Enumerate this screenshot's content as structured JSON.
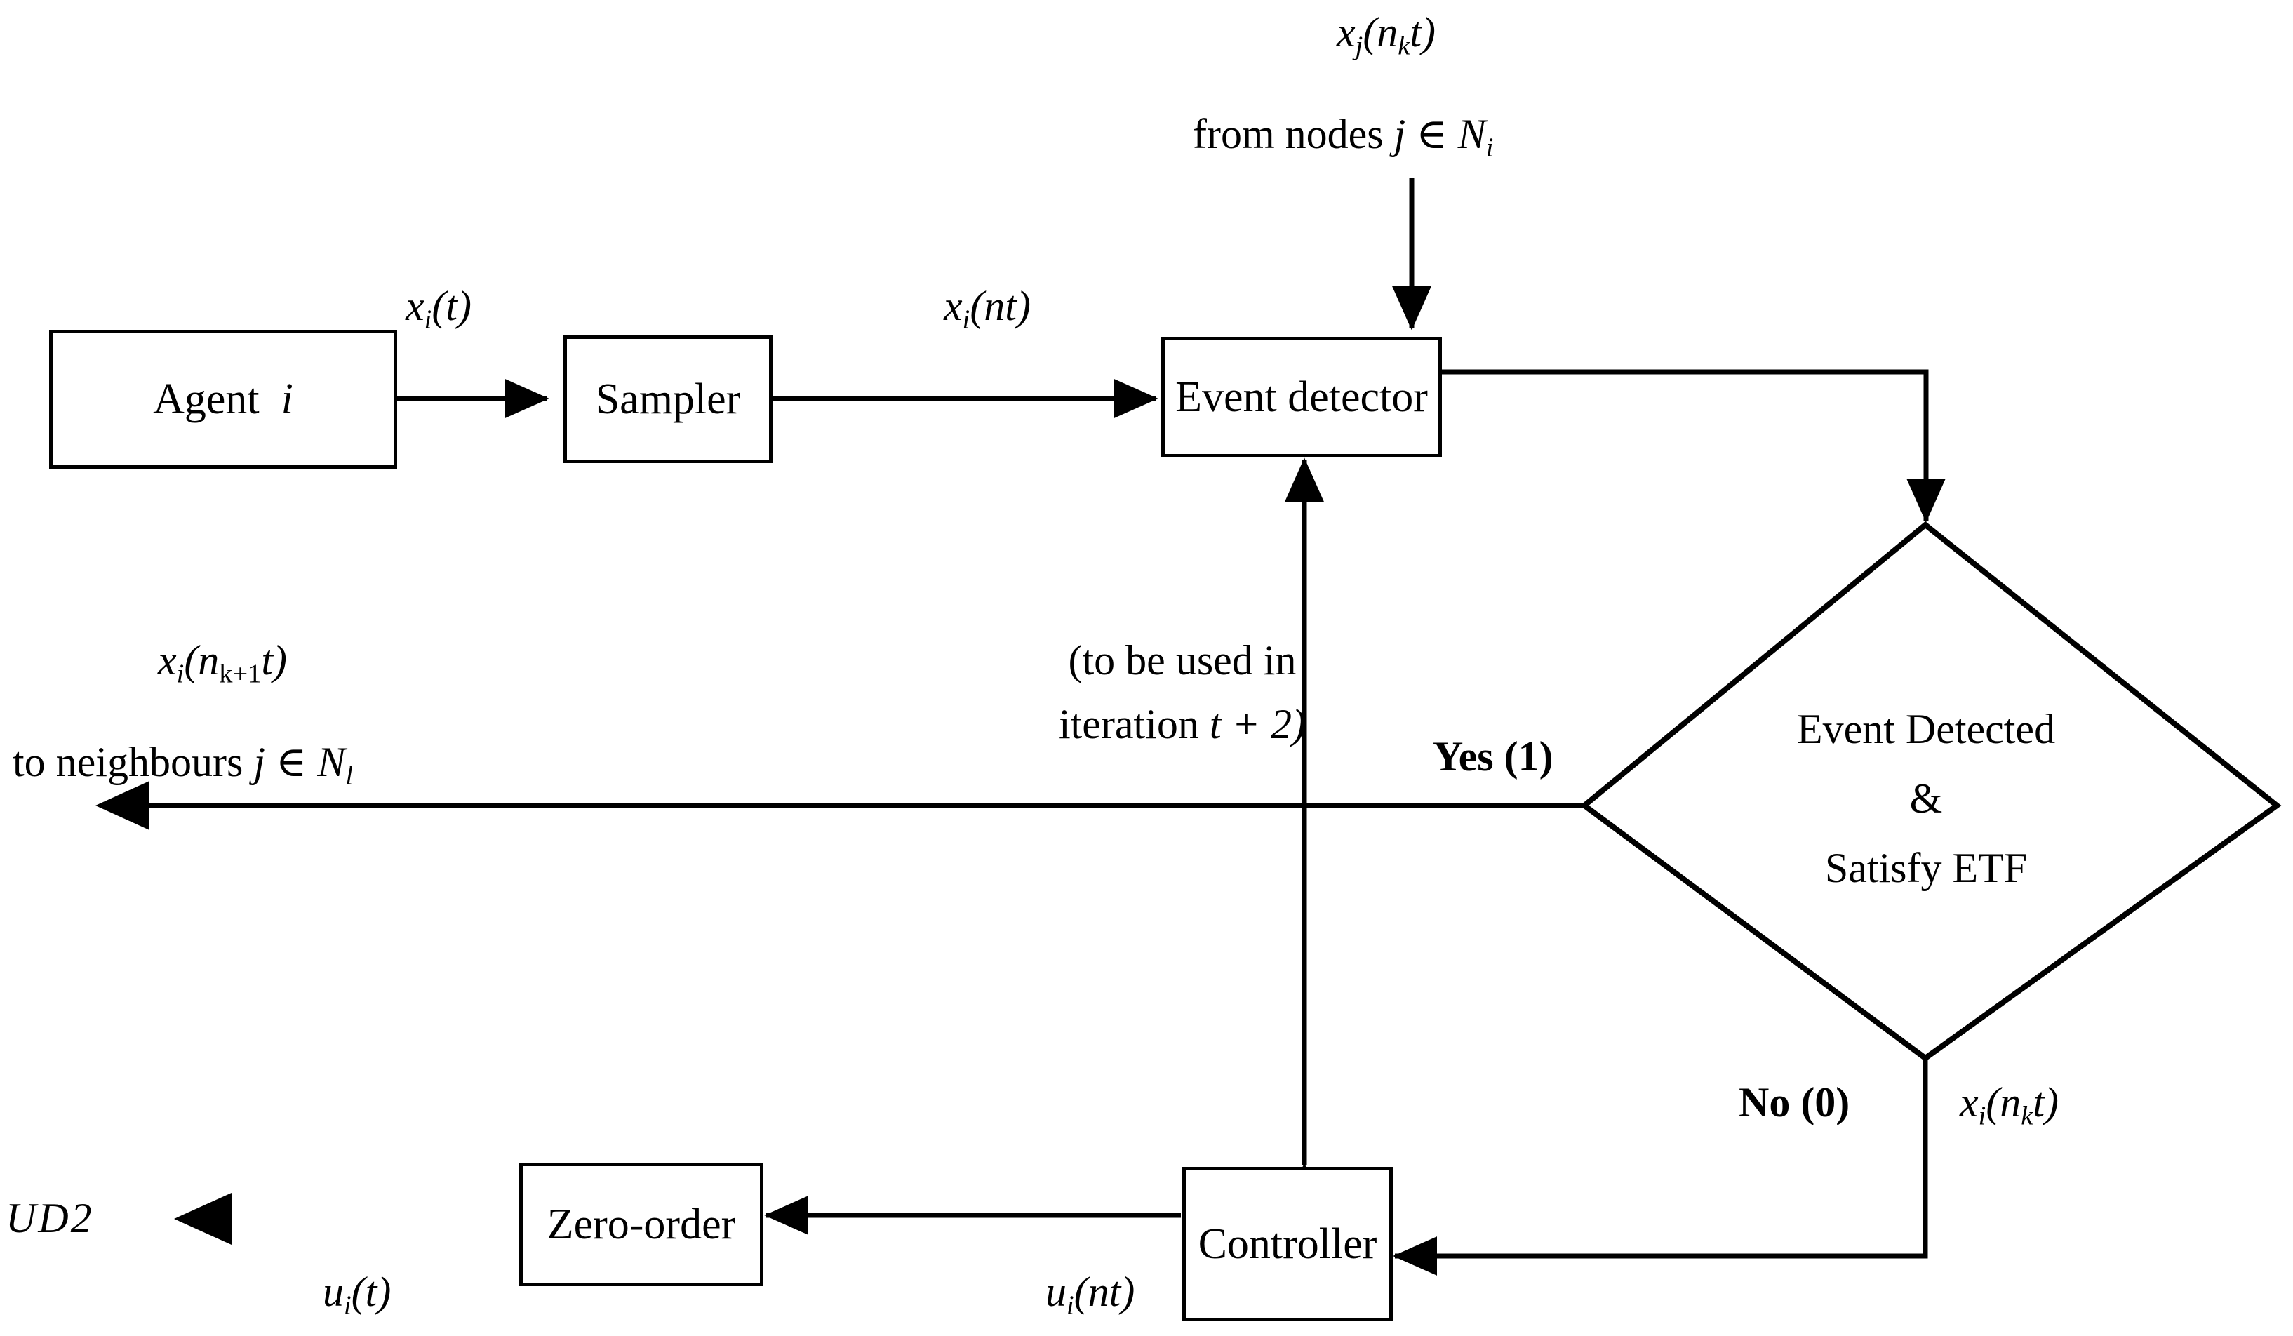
{
  "diagram": {
    "title": "Event-triggered control loop for agent i",
    "type": "block-diagram",
    "colors": {
      "stroke": "#000000",
      "background": "#ffffff",
      "ud2_arrow_start": "#d9d9d9",
      "ud2_arrow_end": "#3f3f3f"
    },
    "nodes": [
      {
        "id": "agent",
        "shape": "rectangle",
        "label_prefix": "Agent",
        "label_symbol": "i"
      },
      {
        "id": "sampler",
        "shape": "rectangle",
        "label": "Sampler"
      },
      {
        "id": "event_detector",
        "shape": "rectangle",
        "label": "Event detector"
      },
      {
        "id": "decision",
        "shape": "diamond",
        "line1": "Event Detected",
        "line2": "&",
        "line3": "Satisfy ETF"
      },
      {
        "id": "controller",
        "shape": "rectangle",
        "label": "Controller"
      },
      {
        "id": "zero_order",
        "shape": "rectangle",
        "label": "Zero-order"
      }
    ],
    "edge_labels": {
      "agent_to_sampler": {
        "base": "x",
        "sub": "i",
        "arg": "(t)"
      },
      "sampler_to_detector": {
        "base": "x",
        "sub": "i",
        "arg": "(nt)"
      },
      "neighbour_input_line1": {
        "base": "x",
        "sub": "j",
        "arg": "(n",
        "arg_sub": "k",
        "arg_tail": "t)"
      },
      "neighbour_input_line2_prefix": "from nodes ",
      "neighbour_input_line2_math": "j ∈ N",
      "neighbour_input_line2_sub": "i",
      "broadcast_line1": {
        "base": "x",
        "sub": "i",
        "arg": "(n",
        "arg_sub": "k+1",
        "arg_tail": "t)"
      },
      "broadcast_line2_prefix": "to neighbours ",
      "broadcast_line2_math": "j ∈ N",
      "broadcast_line2_sub": "l",
      "feedback_note_line1": "(to be used in",
      "feedback_note_line2_prefix": "iteration ",
      "feedback_note_line2_math": "t + 2)",
      "yes_branch": "Yes (1)",
      "no_branch": "No (0)",
      "no_branch_signal": {
        "base": "x",
        "sub": "i",
        "arg": "(n",
        "arg_sub": "k",
        "arg_tail": "t)"
      },
      "controller_to_zoh": {
        "base": "u",
        "sub": "i",
        "arg": "(nt)"
      },
      "zoh_to_output": {
        "base": "u",
        "sub": "i",
        "arg": "(t)"
      },
      "output_name": "UD2"
    }
  }
}
